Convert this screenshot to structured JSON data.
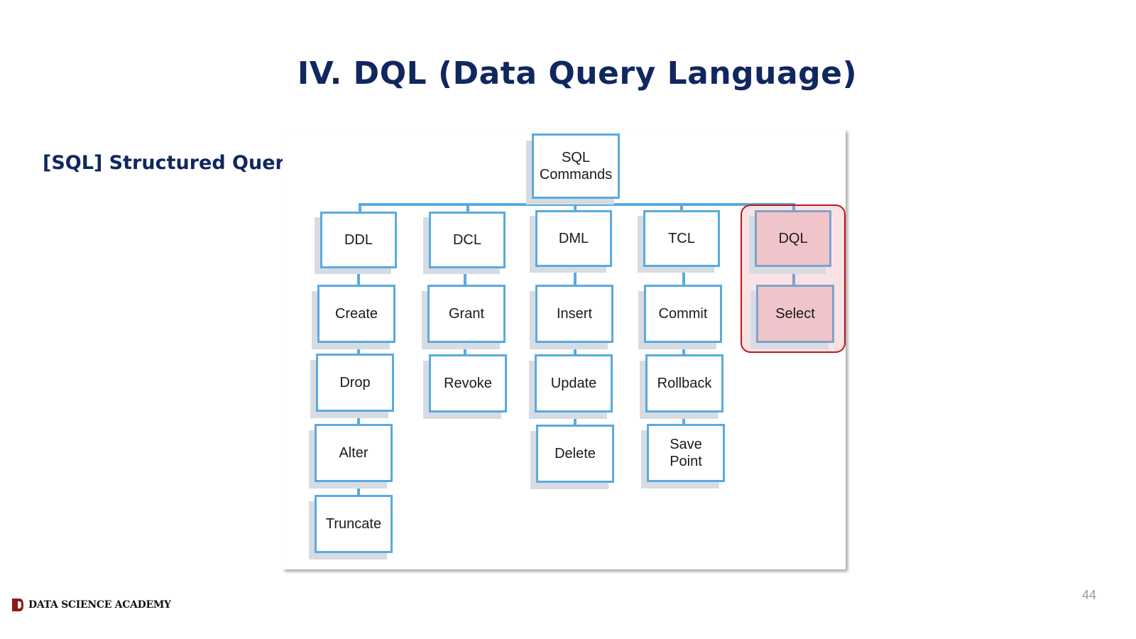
{
  "slide": {
    "title": "IV. DQL (Data Query Language)",
    "subtitle": "[SQL] Structured Query Language",
    "page_number": "44",
    "brand": "DATA SCIENCE ACADEMY"
  },
  "diagram": {
    "root": "SQL\nCommands",
    "highlighted_branch": "DQL",
    "branches": [
      {
        "name": "DDL",
        "children": [
          "Create",
          "Drop",
          "Alter",
          "Truncate"
        ]
      },
      {
        "name": "DCL",
        "children": [
          "Grant",
          "Revoke"
        ]
      },
      {
        "name": "DML",
        "children": [
          "Insert",
          "Update",
          "Delete"
        ]
      },
      {
        "name": "TCL",
        "children": [
          "Commit",
          "Rollback",
          "Save\nPoint"
        ]
      },
      {
        "name": "DQL",
        "children": [
          "Select"
        ]
      }
    ]
  },
  "colors": {
    "title": "#10275f",
    "node_border": "#5aaae0",
    "highlight_fill": "#efc5c9",
    "highlight_border": "#c0141b"
  },
  "icons": {
    "brand_logo": "academy-logo-icon"
  }
}
